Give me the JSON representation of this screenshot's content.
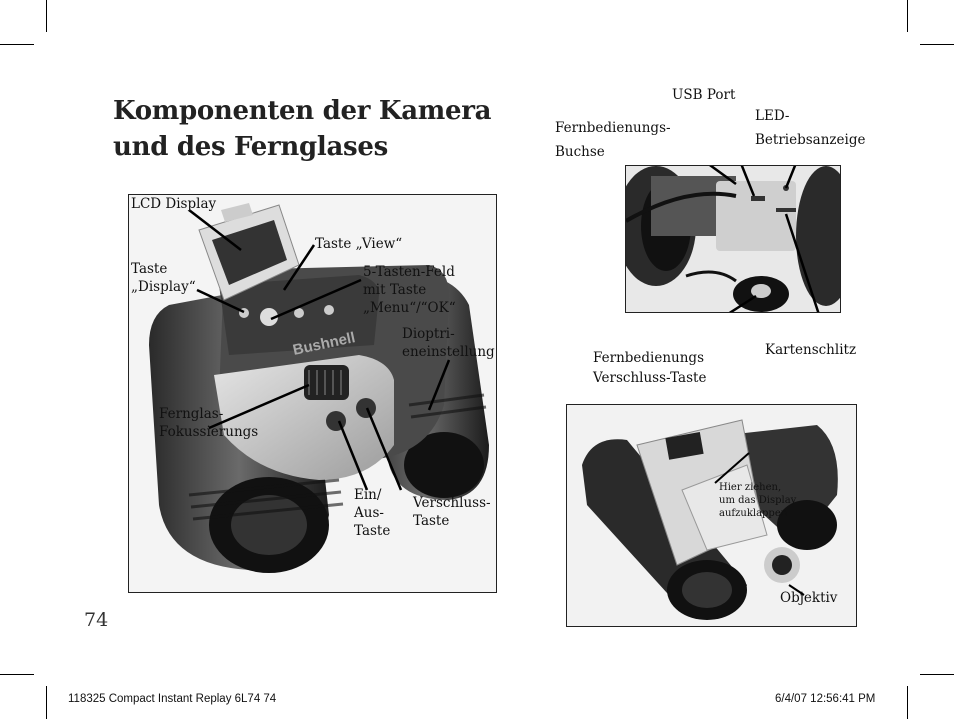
{
  "heading": {
    "line1": "Komponenten der Kamera",
    "line2": "und des Fernglases"
  },
  "page_number": "74",
  "footer": {
    "left": "118325 Compact Instant Replay 6L74   74",
    "right": "6/4/07   12:56:41 PM"
  },
  "photo_front": {
    "labels": {
      "lcd_display": "LCD Display",
      "taste_view": "Taste „View“",
      "taste_display_1": "Taste",
      "taste_display_2": "„Display“",
      "five_key_1": "5-Tasten-Feld",
      "five_key_2": "mit Taste",
      "five_key_3": "„Menu“/“OK“",
      "dioptri_1": "Dioptri-",
      "dioptri_2": "eneinstellung",
      "focus_1": "Fernglas-",
      "focus_2": "Fokussierungs",
      "power_1": "Ein/",
      "power_2": "Aus-",
      "power_3": "Taste",
      "shutter_1": "Verschluss-",
      "shutter_2": "Taste"
    },
    "brand": "Bushnell"
  },
  "photo_top": {
    "labels": {
      "usb_port": "USB Port",
      "remote_jack_1": "Fernbedienungs-",
      "remote_jack_2": "Buchse",
      "led_1": "LED-",
      "led_2": "Betriebsanzeige",
      "remote_shutter_1": "Fernbedienungs",
      "remote_shutter_2": "Verschluss-Taste",
      "card_slot": "Kartenschlitz"
    }
  },
  "photo_bottom": {
    "labels": {
      "pull_1": "Hier ziehen,",
      "pull_2": "um das Display",
      "pull_3": "aufzuklappen",
      "lens": "Objektiv"
    }
  }
}
